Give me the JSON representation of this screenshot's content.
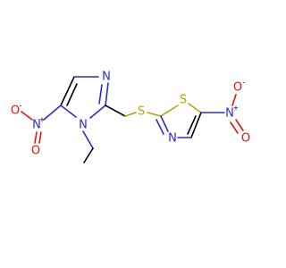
{
  "colors": {
    "carbon_bond": "#000000",
    "nitrogen": "#2b2bd8",
    "oxygen": "#e3150c",
    "sulfur": "#b9a400",
    "background": "#ffffff"
  },
  "atoms": {
    "n_imidazole_top": "N",
    "n_imidazole_ring": "N",
    "n_nitro_left": "N",
    "n_nitro_left_charge": "+",
    "o_nitro_left_top": "O",
    "o_nitro_left_top_charge": "-",
    "o_nitro_left_bottom": "O",
    "s_thioether": "S",
    "s_thiazole": "S",
    "n_thiazole": "N",
    "n_nitro_right": "N",
    "n_nitro_right_charge": "+",
    "o_nitro_right_top": "O",
    "o_nitro_right_top_charge": "-",
    "o_nitro_right_bottom": "O"
  }
}
